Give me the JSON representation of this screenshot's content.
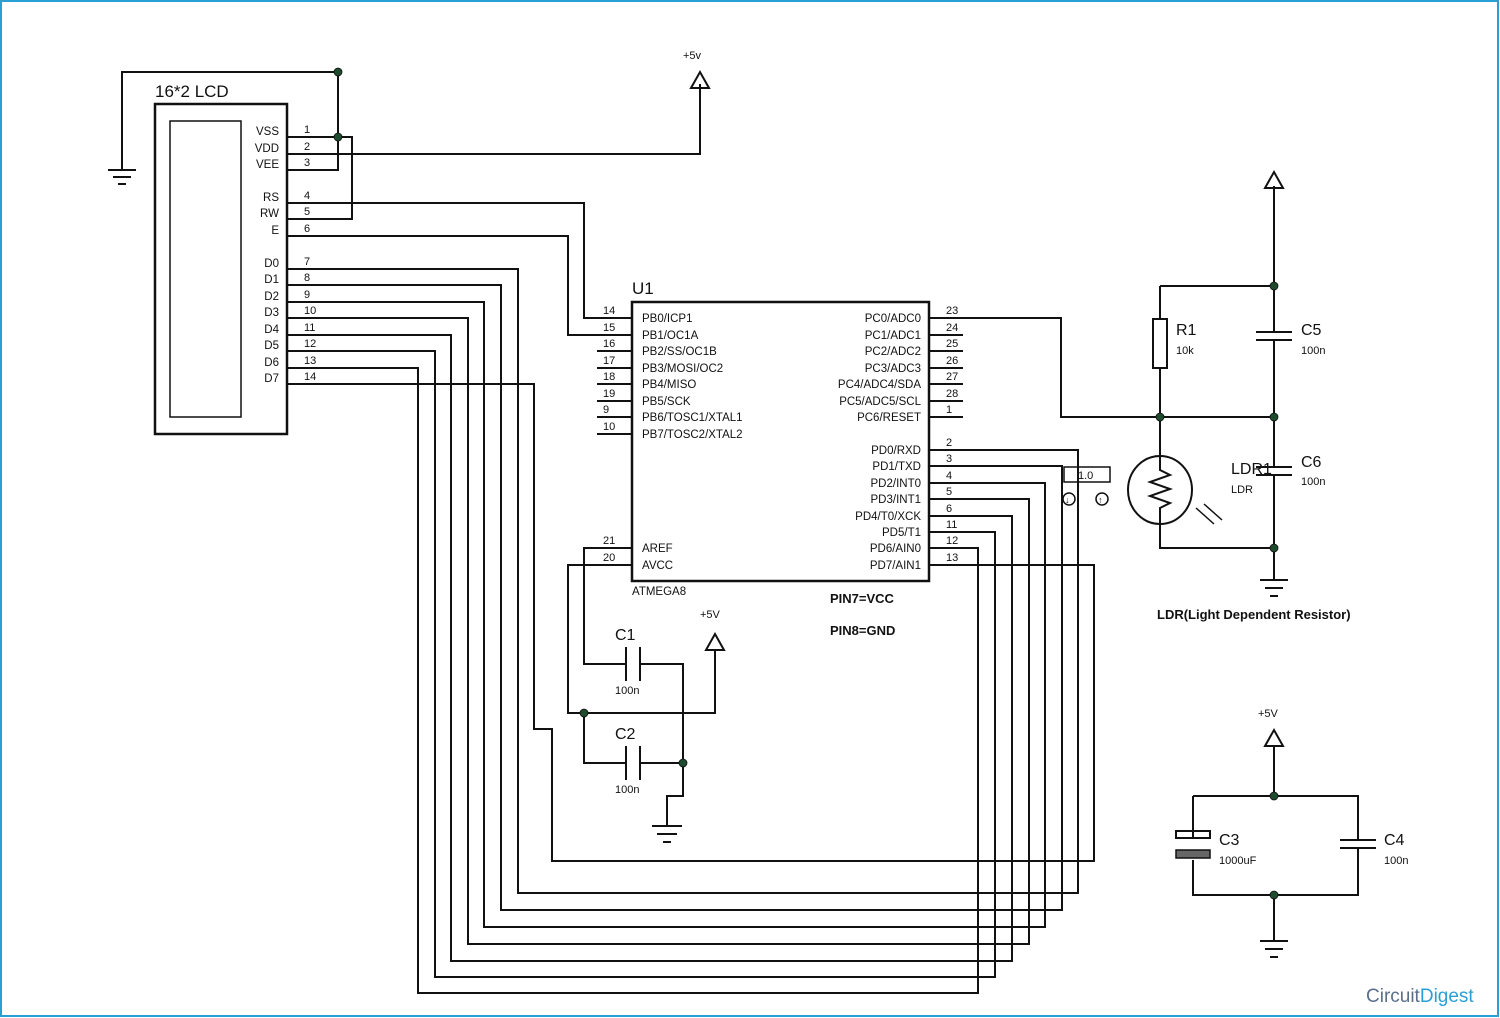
{
  "lcd": {
    "title": "16*2 LCD",
    "pins": [
      {
        "label": "VSS",
        "num": "1"
      },
      {
        "label": "VDD",
        "num": "2"
      },
      {
        "label": "VEE",
        "num": "3"
      },
      {
        "label": "RS",
        "num": "4"
      },
      {
        "label": "RW",
        "num": "5"
      },
      {
        "label": "E",
        "num": "6"
      },
      {
        "label": "D0",
        "num": "7"
      },
      {
        "label": "D1",
        "num": "8"
      },
      {
        "label": "D2",
        "num": "9"
      },
      {
        "label": "D3",
        "num": "10"
      },
      {
        "label": "D4",
        "num": "11"
      },
      {
        "label": "D5",
        "num": "12"
      },
      {
        "label": "D6",
        "num": "13"
      },
      {
        "label": "D7",
        "num": "14"
      }
    ]
  },
  "mcu": {
    "ref": "U1",
    "part": "ATMEGA8",
    "left_pins": [
      {
        "label": "PB0/ICP1",
        "num": "14"
      },
      {
        "label": "PB1/OC1A",
        "num": "15"
      },
      {
        "label": "PB2/SS/OC1B",
        "num": "16"
      },
      {
        "label": "PB3/MOSI/OC2",
        "num": "17"
      },
      {
        "label": "PB4/MISO",
        "num": "18"
      },
      {
        "label": "PB5/SCK",
        "num": "19"
      },
      {
        "label": "PB6/TOSC1/XTAL1",
        "num": "9"
      },
      {
        "label": "PB7/TOSC2/XTAL2",
        "num": "10"
      }
    ],
    "left_power_pins": [
      {
        "label": "AREF",
        "num": "21"
      },
      {
        "label": "AVCC",
        "num": "20"
      }
    ],
    "right_pins_c": [
      {
        "label": "PC0/ADC0",
        "num": "23"
      },
      {
        "label": "PC1/ADC1",
        "num": "24"
      },
      {
        "label": "PC2/ADC2",
        "num": "25"
      },
      {
        "label": "PC3/ADC3",
        "num": "26"
      },
      {
        "label": "PC4/ADC4/SDA",
        "num": "27"
      },
      {
        "label": "PC5/ADC5/SCL",
        "num": "28"
      },
      {
        "label": "PC6/RESET",
        "num": "1"
      }
    ],
    "right_pins_d": [
      {
        "label": "PD0/RXD",
        "num": "2"
      },
      {
        "label": "PD1/TXD",
        "num": "3"
      },
      {
        "label": "PD2/INT0",
        "num": "4"
      },
      {
        "label": "PD3/INT1",
        "num": "5"
      },
      {
        "label": "PD4/T0/XCK",
        "num": "6"
      },
      {
        "label": "PD5/T1",
        "num": "11"
      },
      {
        "label": "PD6/AIN0",
        "num": "12"
      },
      {
        "label": "PD7/AIN1",
        "num": "13"
      }
    ],
    "note_vcc": "PIN7=VCC",
    "note_gnd": "PIN8=GND"
  },
  "power": {
    "lcd_supply": "+5v",
    "avcc_supply": "+5V",
    "decoupling_supply": "+5V"
  },
  "components": {
    "c1": {
      "ref": "C1",
      "value": "100n"
    },
    "c2": {
      "ref": "C2",
      "value": "100n"
    },
    "c3": {
      "ref": "C3",
      "value": "1000uF"
    },
    "c4": {
      "ref": "C4",
      "value": "100n"
    },
    "c5": {
      "ref": "C5",
      "value": "100n"
    },
    "c6": {
      "ref": "C6",
      "value": "100n"
    },
    "r1": {
      "ref": "R1",
      "value": "10k"
    },
    "ldr": {
      "ref": "LDR1",
      "value": "LDR",
      "reading": "1.0",
      "caption": "LDR(Light Dependent Resistor)"
    }
  },
  "brand": {
    "part1": "Circuit",
    "part2": "Digest"
  },
  "colors": {
    "wire": "#111111",
    "junction": "#1e4a2e",
    "brand_gray": "#5b6f8a",
    "brand_blue": "#2a9fd6"
  }
}
